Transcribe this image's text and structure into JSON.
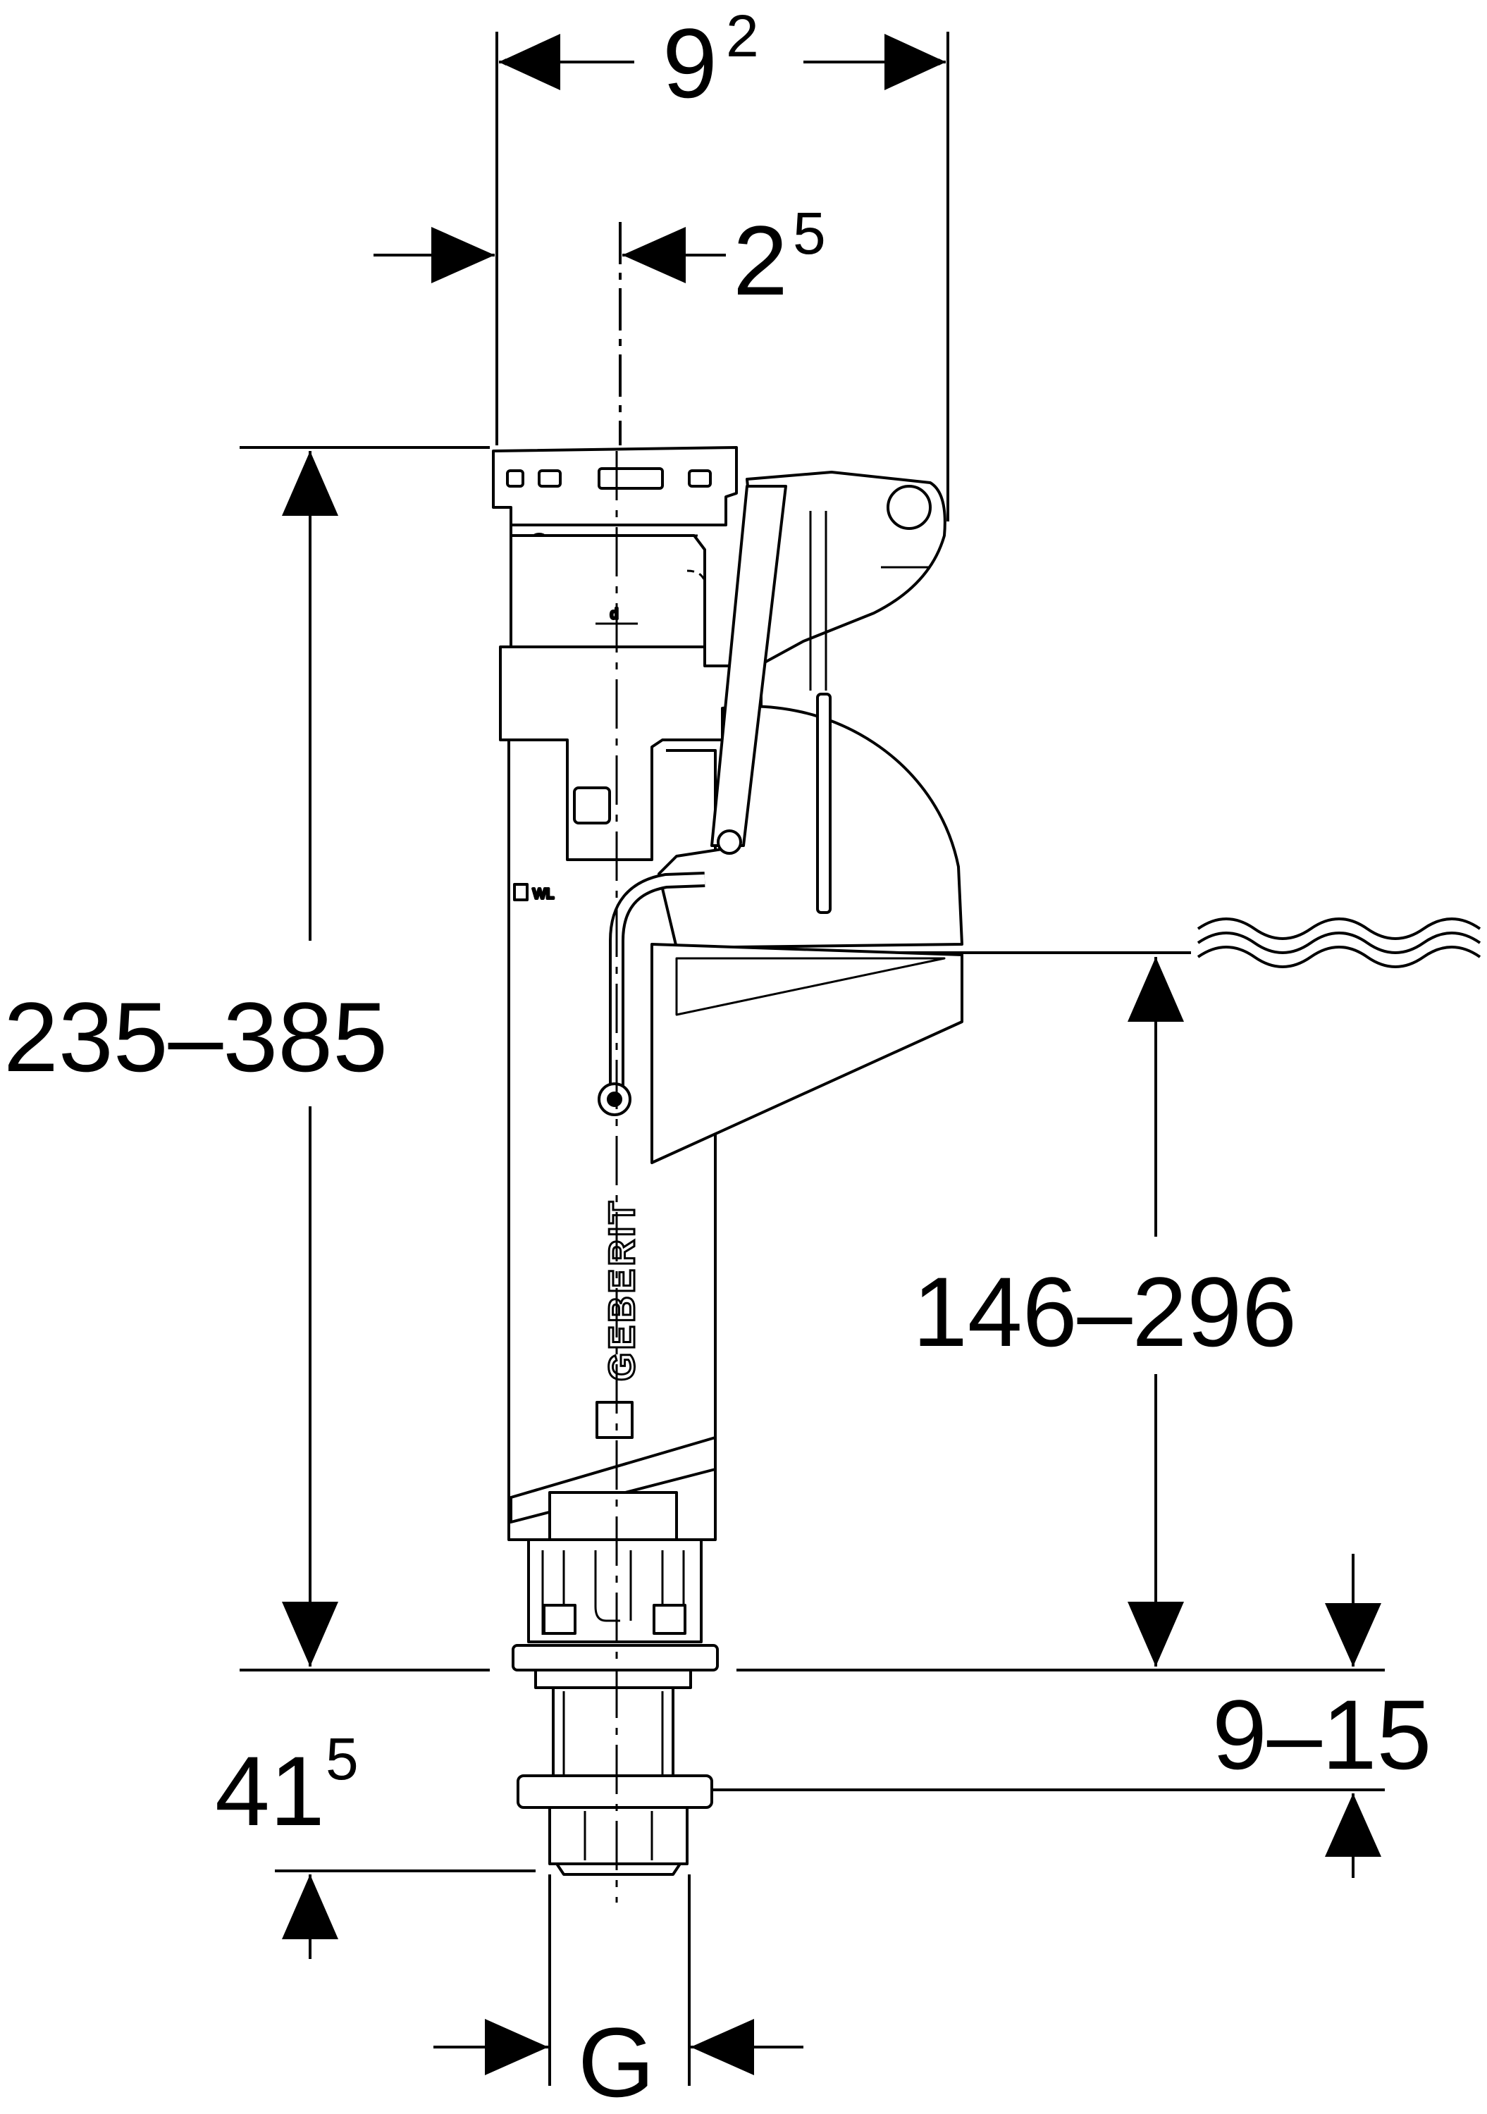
{
  "drawing": {
    "brand": "GEBERIT",
    "marker": "WL",
    "diameter_symbol": "d"
  },
  "dimensions": {
    "width_main": {
      "base": "9",
      "sup": "2"
    },
    "offset": {
      "base": "2",
      "sup": "5"
    },
    "total_height": "235–385",
    "water_level": "146–296",
    "shank_adjust": "9–15",
    "shank_length": {
      "base": "41",
      "sup": "5"
    },
    "thread": "G"
  },
  "colors": {
    "line": "#000000",
    "background": "#ffffff"
  }
}
